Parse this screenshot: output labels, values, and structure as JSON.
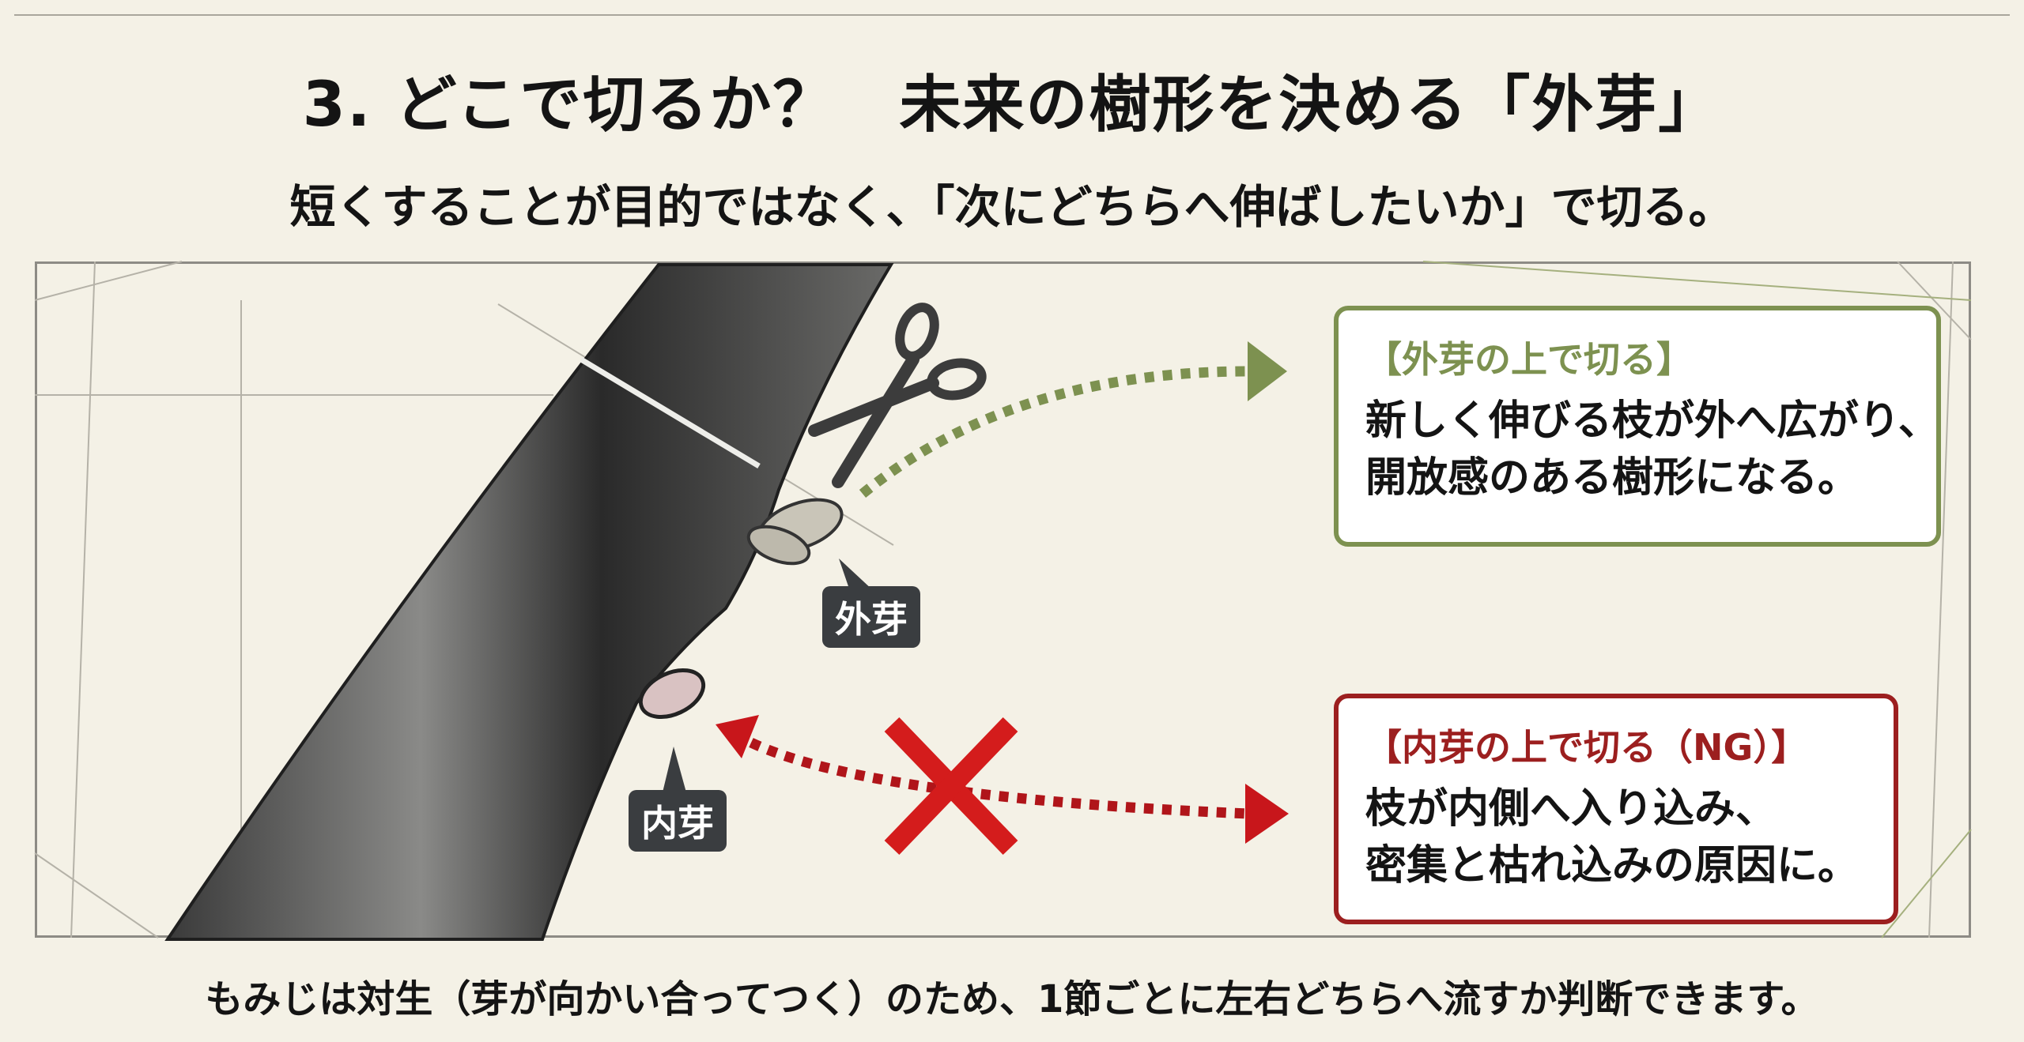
{
  "header": {
    "title": "3. どこで切るか？　未来の樹形を決める「外芽」",
    "subtitle": "短くすることが目的ではなく、「次にどちらへ伸ばしたいか」で切る。"
  },
  "illustration": {
    "icons": [
      "scissors-icon",
      "cross-mark-icon",
      "branch-illustration"
    ],
    "labels": {
      "outer_bud": "外芽",
      "inner_bud": "内芽"
    },
    "colors": {
      "good": "#7d9150",
      "bad": "#c8161b",
      "label_bg": "#3a3d40"
    }
  },
  "good_box": {
    "heading": "【外芽の上で切る】",
    "lines": [
      "新しく伸びる枝が外へ広がり、",
      "開放感のある樹形になる。"
    ]
  },
  "bad_box": {
    "heading": "【内芽の上で切る（NG）】",
    "lines": [
      "枝が内側へ入り込み、",
      "密集と枯れ込みの原因に。"
    ]
  },
  "footer": {
    "note": "もみじは対生（芽が向かい合ってつく）のため、1節ごとに左右どちらへ流すか判断できます。"
  }
}
